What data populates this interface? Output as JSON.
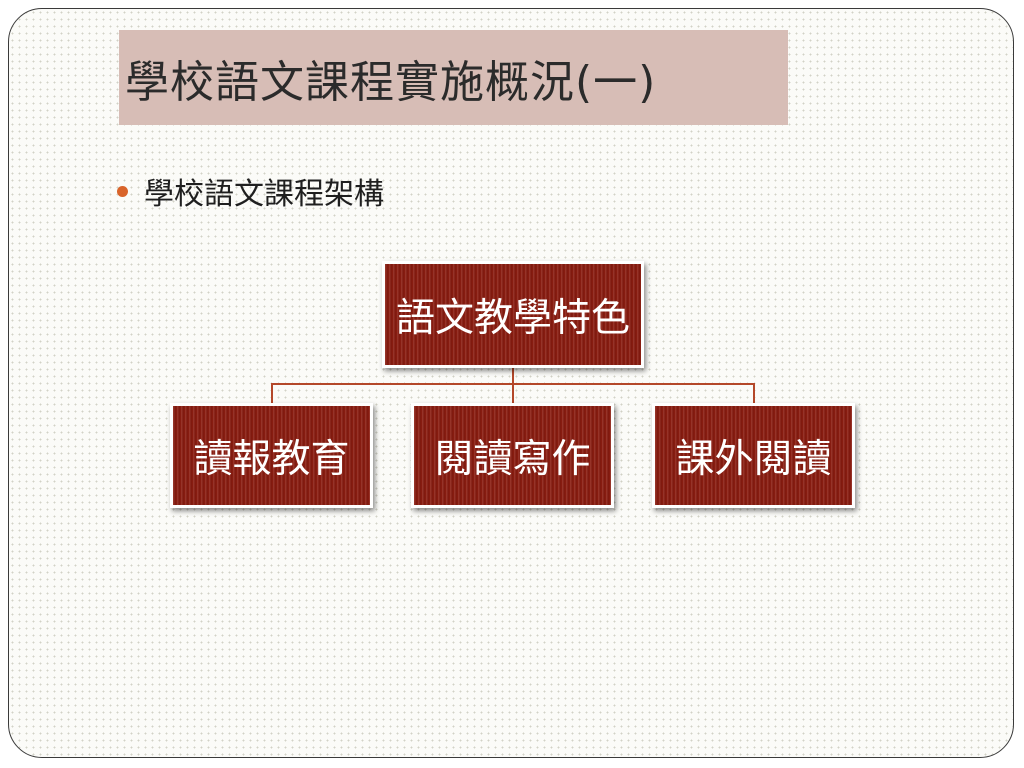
{
  "title": "學校語文課程實施概況(一)",
  "bullet": "學校語文課程架構",
  "org_chart": {
    "root": "語文教學特色",
    "children": [
      "讀報教育",
      "閱讀寫作",
      "課外閱讀"
    ]
  },
  "colors": {
    "title_background": "#d7bdb6",
    "node_fill": "#8a1c10",
    "connector": "#b4482a",
    "bullet": "#d9642a"
  }
}
